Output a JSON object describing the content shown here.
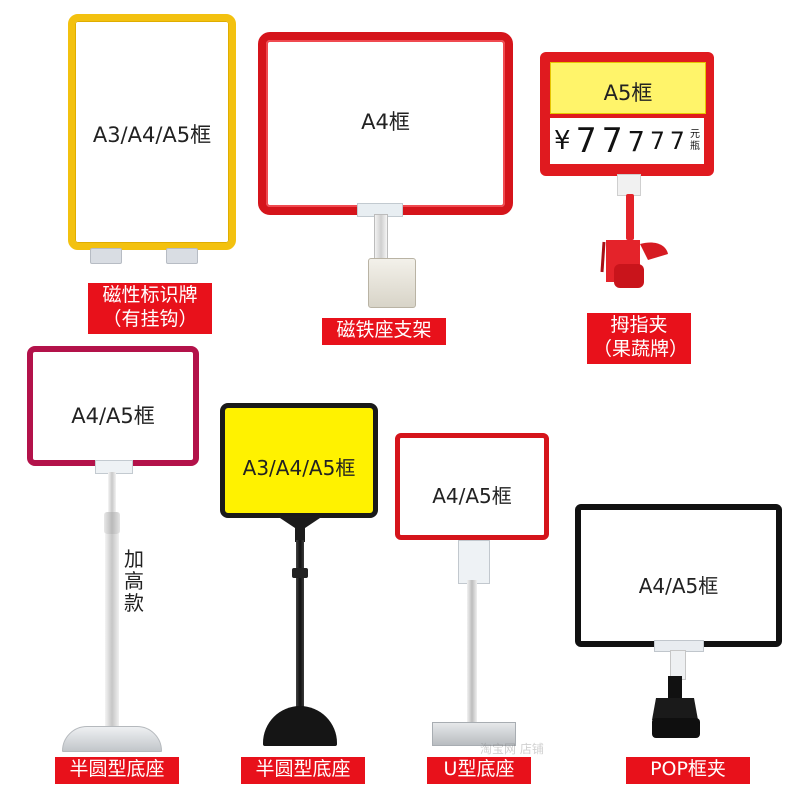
{
  "products": [
    {
      "id": "magnetic-sign",
      "frame_label": "A3/A4/A5框",
      "caption_lines": [
        "磁性标识牌",
        "（有挂钩）"
      ],
      "frame_color": "#f3c10f"
    },
    {
      "id": "magnet-stand",
      "frame_label": "A4框",
      "caption_lines": [
        "磁铁座支架"
      ],
      "frame_color": "#d5141b"
    },
    {
      "id": "clip-price",
      "frame_label": "A5框",
      "price_digits": [
        "7",
        "7",
        "7",
        "7",
        "7"
      ],
      "currency": "¥",
      "unit": [
        "元",
        "瓶"
      ],
      "caption_lines": [
        "拇指夹",
        "（果蔬牌）"
      ],
      "frame_color": "#e01a1f"
    },
    {
      "id": "tall-half-round",
      "frame_label": "A4/A5框",
      "side_note": [
        "加",
        "高",
        "款"
      ],
      "caption_lines": [
        "半圆型底座"
      ],
      "frame_color": "#b3124a"
    },
    {
      "id": "black-half-round",
      "frame_label": "A3/A4/A5框",
      "caption_lines": [
        "半圆型底座"
      ],
      "frame_color": "#1a1a1a",
      "fill_color": "#fff200"
    },
    {
      "id": "u-base",
      "frame_label": "A4/A5框",
      "caption_lines": [
        "U型底座"
      ],
      "frame_color": "#d5141b"
    },
    {
      "id": "pop-clip",
      "frame_label": "A4/A5框",
      "caption_lines": [
        "POP框夹"
      ],
      "frame_color": "#111111"
    }
  ],
  "watermark": "淘宝网 店铺"
}
